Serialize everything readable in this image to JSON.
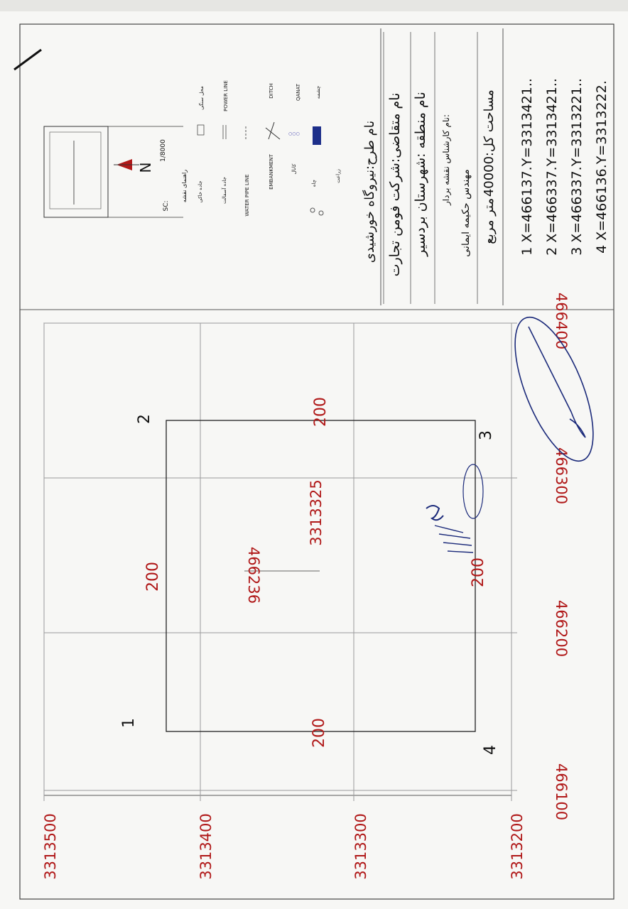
{
  "project": {
    "plan_label": "نام طرح:",
    "plan_value": "نیروگاه خورشیدی",
    "applicant_label": "نام متقاضی:",
    "applicant_value": "شرکت فومن تجارت",
    "region_label": "نام منطقه :",
    "region_value": "شهرستان بردسیر",
    "surveyor_label": "نام کارشناس نقشه بردار:",
    "surveyor_value": "مهندس حکیمه ایمانی",
    "area_label": "مساحت کل:",
    "area_value": "40000",
    "area_unit": "متر مربع"
  },
  "coordinates": [
    "1 X=466137.Y=3313421..",
    "2 X=466337.Y=3313421..",
    "3 X=466337.Y=3313221..",
    "4 X=466136.Y=3313222."
  ],
  "legend": {
    "title": "راهنمای نقشه",
    "scale_label": "SC:",
    "scale_value": "1/8000",
    "north": "N",
    "items": [
      {
        "label": "جاده خاکی",
        "alt": "محل سنگی"
      },
      {
        "label": "جاده آسفالت",
        "alt": "POWER LINE"
      },
      {
        "label": "WATER PIPE LINE",
        "alt": ""
      },
      {
        "label": "EMBANKMENT",
        "alt": "DITCH"
      },
      {
        "label": "کانال",
        "alt": "QANAT"
      },
      {
        "label": "چاه",
        "alt": "چشمه"
      },
      {
        "label": "زراعت",
        "alt": ""
      }
    ]
  },
  "grid": {
    "x_labels": [
      "466100",
      "466200",
      "466300",
      "466400"
    ],
    "y_labels": [
      "3313200",
      "3313300",
      "3313400",
      "3313500"
    ]
  },
  "parcel": {
    "corner_labels": [
      "1",
      "2",
      "3",
      "4"
    ],
    "side_lengths": [
      "200",
      "200",
      "200",
      "200"
    ],
    "center_x": "466236",
    "center_y": "3313325"
  },
  "colors": {
    "annotation_red": "#b01818",
    "ink_blue": "#1b2a7a"
  }
}
